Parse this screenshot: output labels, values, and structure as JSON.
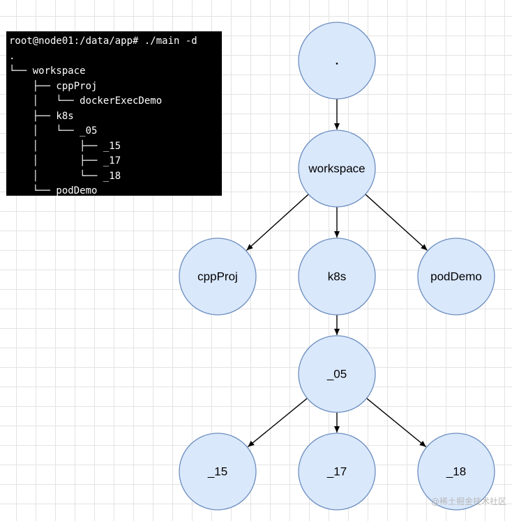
{
  "terminal": {
    "lines": [
      "root@node01:/data/app# ./main -d",
      ".",
      "└── workspace",
      "    ├── cppProj",
      "    │   └── dockerExecDemo",
      "    ├── k8s",
      "    │   └── _05",
      "    │       ├── _15",
      "    │       ├── _17",
      "    │       └── _18",
      "    └── podDemo"
    ]
  },
  "tree": {
    "nodes": [
      {
        "id": "root",
        "label": "."
      },
      {
        "id": "workspace",
        "label": "workspace"
      },
      {
        "id": "cppProj",
        "label": "cppProj"
      },
      {
        "id": "k8s",
        "label": "k8s"
      },
      {
        "id": "podDemo",
        "label": "podDemo"
      },
      {
        "id": "_05",
        "label": "_05"
      },
      {
        "id": "_15",
        "label": "_15"
      },
      {
        "id": "_17",
        "label": "_17"
      },
      {
        "id": "_18",
        "label": "_18"
      }
    ],
    "edges": [
      [
        "root",
        "workspace"
      ],
      [
        "workspace",
        "cppProj"
      ],
      [
        "workspace",
        "k8s"
      ],
      [
        "workspace",
        "podDemo"
      ],
      [
        "k8s",
        "_05"
      ],
      [
        "_05",
        "_15"
      ],
      [
        "_05",
        "_17"
      ],
      [
        "_05",
        "_18"
      ]
    ],
    "colors": {
      "fill": "#dae8fc",
      "stroke": "#6c8ebf"
    }
  },
  "watermark": "@稀土掘金技术社区"
}
